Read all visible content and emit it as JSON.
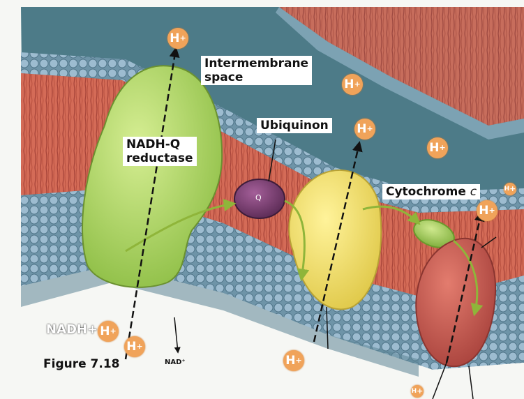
{
  "labels": {
    "intermembrane_space": [
      "Intermembrane",
      "space"
    ],
    "nadh_q_reductase": [
      "NADH-Q",
      "reductase"
    ],
    "ubiquinon": "Ubiquinon",
    "cytochrome_c": "Cytochrome",
    "cytochrome_c_italic": "c",
    "nadh_plus": "NADH+",
    "figure": "Figure 7.18",
    "nad": "NAD⁺",
    "q_mark": "Q"
  },
  "proton": {
    "base": "H",
    "charge": "+"
  },
  "colors": {
    "background_wall": "#4f7f8c",
    "membrane_red": "#d46b57",
    "head_blue": "#86a9bd",
    "nadh_complex": "#b6dc6f",
    "ubiquinone": "#7c3f73",
    "cytochrome_reductase": "#ecdf6b",
    "cytochrome_c": "#9fcd5a",
    "cytochrome_oxidase": "#c9574e",
    "proton": "#f0a35a"
  }
}
